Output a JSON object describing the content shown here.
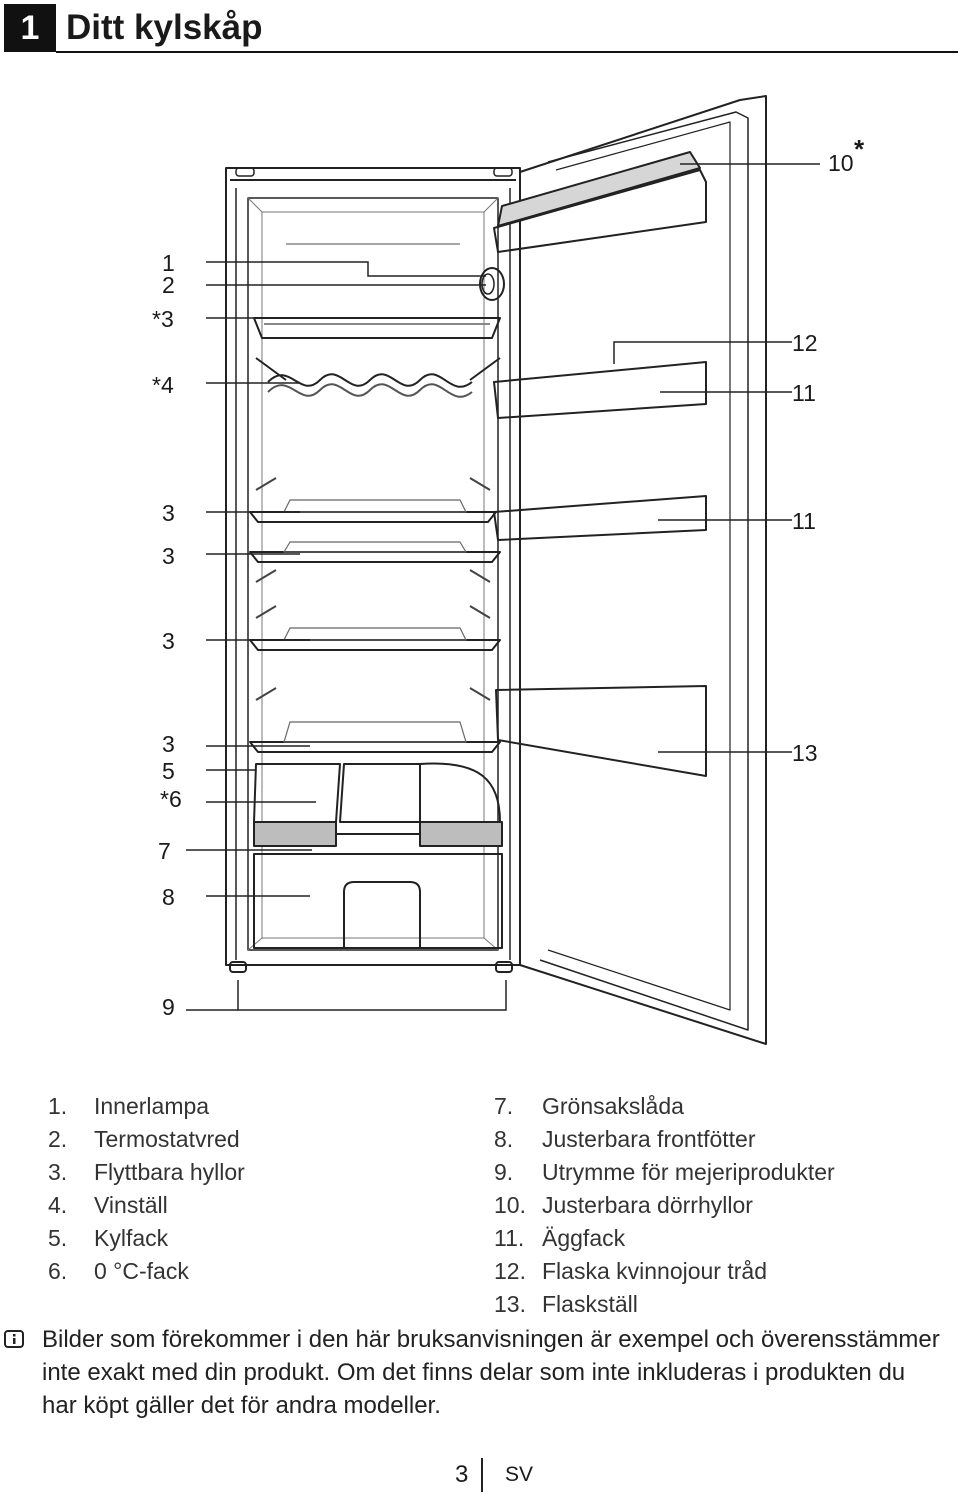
{
  "header": {
    "chapter": "1",
    "title": "Ditt kylskåp"
  },
  "callouts": {
    "c1": "1",
    "c2": "2",
    "c3a": "*3",
    "c4": "*4",
    "c3b": "3",
    "c3c": "3",
    "c3d": "3",
    "c3e": "3",
    "c5": "5",
    "c6": "*6",
    "c7": "7",
    "c8": "8",
    "c9": "9",
    "c10": "10",
    "c10star": "*",
    "c12": "12",
    "c11a": "11",
    "c11b": "11",
    "c13": "13"
  },
  "legend_left": [
    {
      "num": "1.",
      "text": "Innerlampa"
    },
    {
      "num": "2.",
      "text": "Termostatvred"
    },
    {
      "num": "3.",
      "text": "Flyttbara hyllor"
    },
    {
      "num": "4.",
      "text": "Vinställ"
    },
    {
      "num": "5.",
      "text": "Kylfack"
    },
    {
      "num": "6.",
      "text": "0 °C-fack"
    }
  ],
  "legend_right": [
    {
      "num": "7.",
      "text": "Grönsakslåda"
    },
    {
      "num": "8.",
      "text": "Justerbara frontfötter"
    },
    {
      "num": "9.",
      "text": "Utrymme för mejeriprodukter"
    },
    {
      "num": "10.",
      "text": "Justerbara dörrhyllor"
    },
    {
      "num": "11.",
      "text": "Äggfack"
    },
    {
      "num": "12.",
      "text": "Flaska kvinnojour tråd"
    },
    {
      "num": "13.",
      "text": "Flaskställ"
    }
  ],
  "note": {
    "icon": "info-icon",
    "text": "Bilder som förekommer i den här bruksanvisningen är exempel och överensstämmer inte exakt med din produkt. Om det finns delar som inte inkluderas i produkten du har köpt gäller det för andra modeller."
  },
  "footer": {
    "page": "3",
    "lang": "SV"
  }
}
